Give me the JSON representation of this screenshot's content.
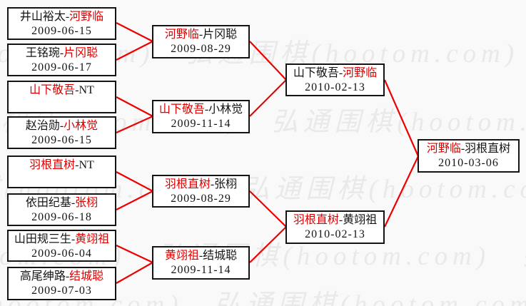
{
  "separator": "-",
  "colors": {
    "winner_red": "#dd0000",
    "connector_line": "#ee0000",
    "box_border": "#141414",
    "box_bg": "#ffffff",
    "page_bg": "#f9f9f9",
    "watermark_gray": "#e9e9e9"
  },
  "watermark": {
    "text": "弘通围棋(hootom.com)",
    "row_text": "弘通围棋(hootom.com)　弘通围棋(hootom.com)　弘通围棋(hootom.com)"
  },
  "matches": [
    {
      "p1": "井山裕太",
      "p2": "河野临",
      "winner": 2,
      "date": "2009-06-15"
    },
    {
      "p1": "王铭琬",
      "p2": "片冈聪",
      "winner": 2,
      "date": "2009-06-17"
    },
    {
      "p1": "山下敬吾",
      "p2": "NT",
      "winner": 1,
      "date": ""
    },
    {
      "p1": "赵治勋",
      "p2": "小林觉",
      "winner": 2,
      "date": "2009-06-15"
    },
    {
      "p1": "羽根直树",
      "p2": "NT",
      "winner": 1,
      "date": ""
    },
    {
      "p1": "依田纪基",
      "p2": "张栩",
      "winner": 2,
      "date": "2009-06-18"
    },
    {
      "p1": "山田规三生",
      "p2": "黄翊祖",
      "winner": 2,
      "date": "2009-06-04"
    },
    {
      "p1": "高尾绅路",
      "p2": "结城聪",
      "winner": 2,
      "date": "2009-07-03"
    },
    {
      "p1": "河野临",
      "p2": "片冈聪",
      "winner": 1,
      "date": "2009-08-29"
    },
    {
      "p1": "山下敬吾",
      "p2": "小林觉",
      "winner": 1,
      "date": "2009-11-14"
    },
    {
      "p1": "羽根直树",
      "p2": "张栩",
      "winner": 1,
      "date": "2009-08-29"
    },
    {
      "p1": "黄翊祖",
      "p2": "结城聪",
      "winner": 1,
      "date": "2009-11-14"
    },
    {
      "p1": "山下敬吾",
      "p2": "河野临",
      "winner": 2,
      "date": "2010-02-13"
    },
    {
      "p1": "羽根直树",
      "p2": "黄翊祖",
      "winner": 1,
      "date": "2010-02-13"
    },
    {
      "p1": "河野临",
      "p2": "羽根直树",
      "winner": 1,
      "date": "2010-03-06"
    }
  ]
}
